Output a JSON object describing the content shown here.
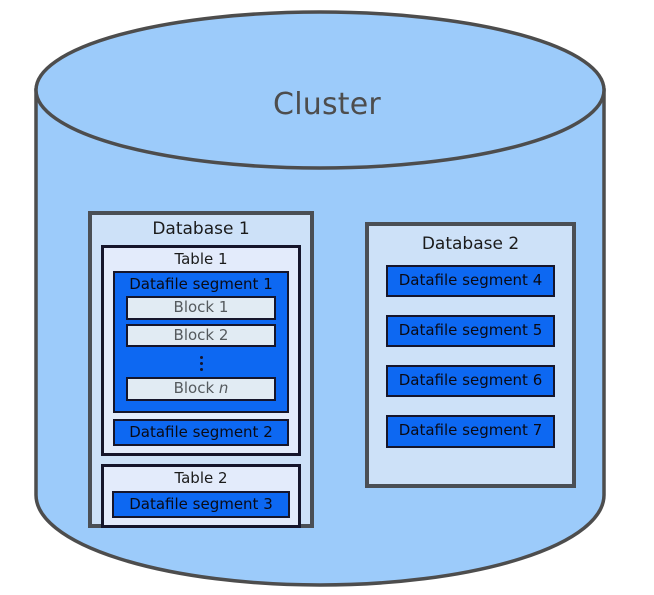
{
  "diagram": {
    "title": "Cluster",
    "colors": {
      "cylinder_fill": "#9ccbfa",
      "cylinder_stroke": "#4d4d4d",
      "database_fill": "#cde1f8",
      "database_stroke": "#4a4f55",
      "table_fill": "#e3ebfb",
      "table_stroke": "#15152b",
      "segment_fill": "#0d68f2",
      "block_fill": "#e1ebf3",
      "title_text": "#4d4d4d",
      "body_text": "#1b1b1b",
      "block_text": "#555a5e"
    }
  },
  "database_1": {
    "title": "Database 1",
    "table_1": {
      "title": "Table 1",
      "segment_1": {
        "label": "Datafile segment 1",
        "blocks": [
          {
            "label": "Block 1",
            "italic_suffix": ""
          },
          {
            "label": "Block 2",
            "italic_suffix": ""
          }
        ],
        "ellipsis": "⋮",
        "last_block": {
          "prefix": "Block ",
          "italic_suffix": "n"
        }
      },
      "segment_2": {
        "label": "Datafile segment 2"
      }
    },
    "table_2": {
      "title": "Table 2",
      "segment_3": {
        "label": "Datafile segment 3"
      }
    }
  },
  "database_2": {
    "title": "Database 2",
    "segments": [
      {
        "label": "Datafile segment 4"
      },
      {
        "label": "Datafile segment 5"
      },
      {
        "label": "Datafile segment 6"
      },
      {
        "label": "Datafile segment 7"
      }
    ]
  }
}
